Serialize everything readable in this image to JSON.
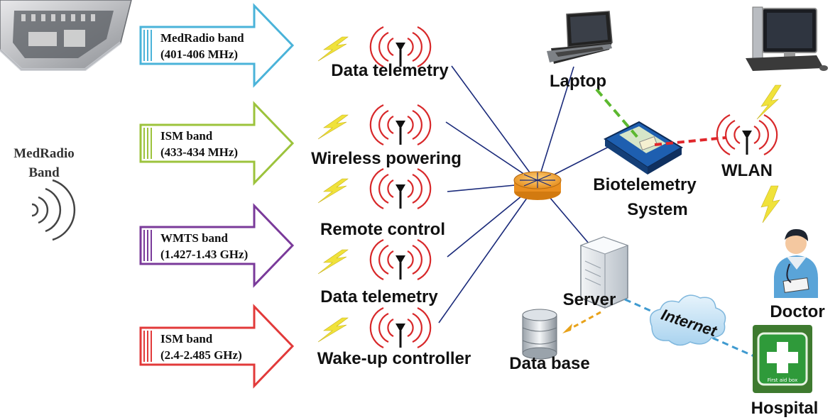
{
  "bands": [
    {
      "line1": "MedRadio band",
      "line2": "(401-406 MHz)",
      "color": "#4ab3d9"
    },
    {
      "line1": "ISM  band",
      "line2": "(433-434 MHz)",
      "color": "#9cc33c"
    },
    {
      "line1": "WMTS  band",
      "line2": "(1.427-1.43 GHz)",
      "color": "#7a3a9a"
    },
    {
      "line1": "ISM  band",
      "line2": "(2.4-2.485 GHz)",
      "color": "#e23a3a"
    }
  ],
  "left_label": {
    "line1": "MedRadio",
    "line2": "Band"
  },
  "functions": [
    "Data telemetry",
    "Wireless powering",
    "Remote control",
    "Data telemetry",
    "Wake-up controller"
  ],
  "nodes": {
    "laptop": "Laptop",
    "biotelemetry_line1": "Biotelemetry",
    "biotelemetry_line2": "System",
    "wlan": "WLAN",
    "server": "Server",
    "database": "Data base",
    "internet": "Internet",
    "doctor": "Doctor",
    "hospital": "Hospital",
    "first_aid": "First aid box"
  },
  "colors": {
    "hub": "#f4a535",
    "link": "#1a2a7a",
    "laptop_link": "#5cb82f",
    "wlan_link": "#e0262b",
    "internet_link": "#3f9ad0",
    "db_link": "#e8a21a",
    "lightning": "#f0e23a",
    "antenna_wave": "#d8282a"
  }
}
